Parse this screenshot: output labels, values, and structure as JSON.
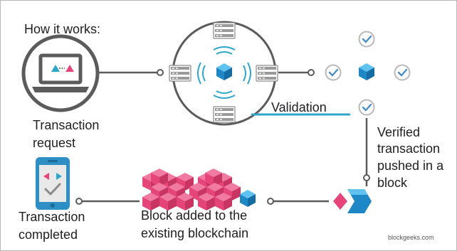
{
  "heading": "How it works:",
  "steps": {
    "request": {
      "line1": "Transaction",
      "line2": "request"
    },
    "validation": {
      "label": "Validation"
    },
    "verified": {
      "line1": "Verified",
      "line2": "transaction",
      "line3": "pushed in a",
      "line4": "block"
    },
    "added": {
      "line1": "Block added to the",
      "line2": "existing blockchain"
    },
    "completed": {
      "line1": "Transaction",
      "line2": "completed"
    }
  },
  "watermark": "blockgeeks.com",
  "colors": {
    "dark_gray": "#5b5b5b",
    "teal": "#2da6c9",
    "cube_blue": "#1e88c6",
    "pink": "#e6457a",
    "check_blue": "#4a8fc8",
    "node_gray": "#7a7a7a"
  }
}
